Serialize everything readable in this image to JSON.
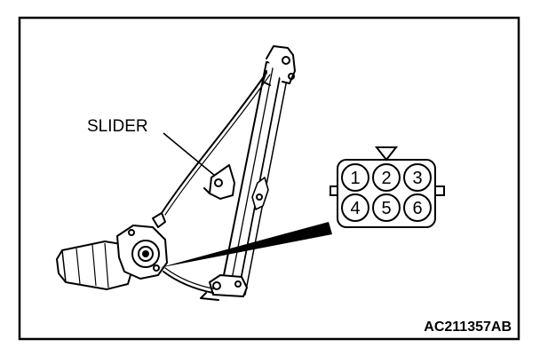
{
  "callout": {
    "label": "SLIDER"
  },
  "connector": {
    "pins": [
      "1",
      "2",
      "3",
      "4",
      "5",
      "6"
    ]
  },
  "figure": {
    "code": "AC211357AB"
  }
}
